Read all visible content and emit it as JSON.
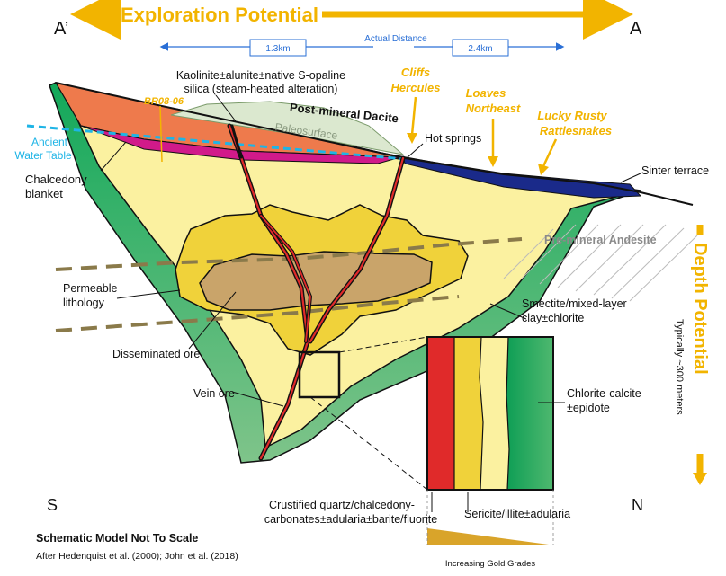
{
  "header": {
    "exploration_potential": "Exploration Potential",
    "left_section": "A’",
    "right_section": "A",
    "actual_distance": "Actual Distance",
    "dist_left": "1.3km",
    "dist_right": "2.4km"
  },
  "labels": {
    "kaolinite_line1": "Kaolinite±alunite±native S-opaline",
    "kaolinite_line2": "silica (steam-heated alteration)",
    "br08": "BR08-06",
    "post_mineral_dacite": "Post-mineral Dacite",
    "paleosurface": "Paleosurface",
    "ancient_water_table_1": "Ancient",
    "ancient_water_table_2": "Water Table",
    "chalcedony_1": "Chalcedony",
    "chalcedony_2": "blanket",
    "hot_springs": "Hot springs",
    "sinter_terrace": "Sinter terrace",
    "pre_mineral_andesite": "Pre-mineral Andesite",
    "permeable_1": "Permeable",
    "permeable_2": "lithology",
    "disseminated_ore": "Disseminated ore",
    "vein_ore": "Vein ore",
    "smectite_1": "Smectite/mixed-layer",
    "smectite_2": "clay±chlorite",
    "chlorite_1": "Chlorite-calcite",
    "chlorite_2": "±epidote",
    "crustified_1": "Crustified quartz/chalcedony-",
    "crustified_2": "carbonates±adularia±barite/fluorite",
    "sericite": "Sericite/illite±adularia",
    "increasing_gold": "Increasing Gold Grades",
    "south": "S",
    "north": "N"
  },
  "targets": {
    "cliffs_1": "Cliffs",
    "cliffs_2": "Hercules",
    "loaves_1": "Loaves",
    "loaves_2": "Northeast",
    "lucky_1": "Lucky Rusty",
    "lucky_2": "Rattlesnakes"
  },
  "depth": {
    "depth_potential": "Depth Potential",
    "typically": "Typically ~300 meters"
  },
  "footer": {
    "title": "Schematic Model Not To Scale",
    "credit": "After Hedenquist et al. (2000); John et al. (2018)"
  },
  "colors": {
    "accent_gold": "#f2b400",
    "green": "#1aa05a",
    "pale_yellow": "#fbf1a0",
    "yellow": "#f0d23a",
    "tan": "#c9a46a",
    "red": "#e02a2a",
    "steam_orange": "#ee7a4c",
    "magenta": "#d11a8a",
    "navy": "#1a2a8a",
    "dacite": "#dbe8cf"
  }
}
